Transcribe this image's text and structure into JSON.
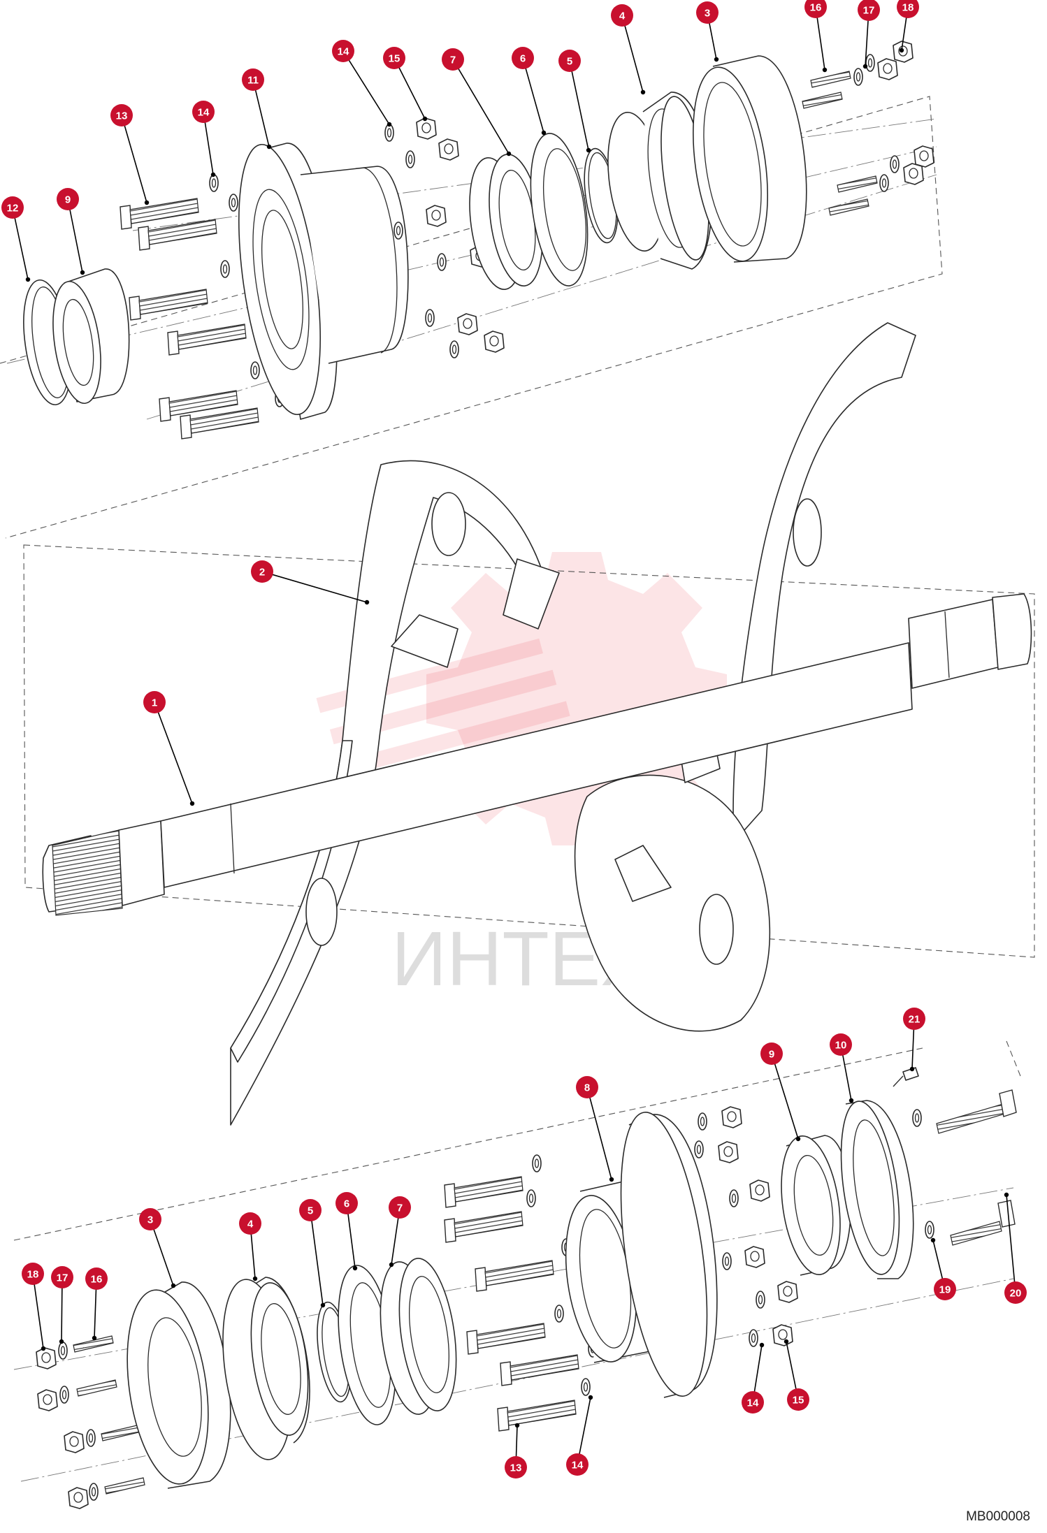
{
  "watermark": {
    "text": "ИНТЕХ"
  },
  "drawing_code": "MB000008",
  "callouts": [
    {
      "id": "c-4-top",
      "label": "4"
    },
    {
      "id": "c-3-top",
      "label": "3"
    },
    {
      "id": "c-16-top",
      "label": "16"
    },
    {
      "id": "c-17-top",
      "label": "17"
    },
    {
      "id": "c-18-top",
      "label": "18"
    },
    {
      "id": "c-14-top-a",
      "label": "14"
    },
    {
      "id": "c-15-top",
      "label": "15"
    },
    {
      "id": "c-7-top",
      "label": "7"
    },
    {
      "id": "c-6-top",
      "label": "6"
    },
    {
      "id": "c-5-top",
      "label": "5"
    },
    {
      "id": "c-11",
      "label": "11"
    },
    {
      "id": "c-13-top",
      "label": "13"
    },
    {
      "id": "c-14-top-b",
      "label": "14"
    },
    {
      "id": "c-12",
      "label": "12"
    },
    {
      "id": "c-9-top",
      "label": "9"
    },
    {
      "id": "c-2",
      "label": "2"
    },
    {
      "id": "c-1",
      "label": "1"
    },
    {
      "id": "c-21",
      "label": "21"
    },
    {
      "id": "c-10",
      "label": "10"
    },
    {
      "id": "c-9-bottom",
      "label": "9"
    },
    {
      "id": "c-8",
      "label": "8"
    },
    {
      "id": "c-3-bottom",
      "label": "3"
    },
    {
      "id": "c-4-bottom",
      "label": "4"
    },
    {
      "id": "c-5-bottom",
      "label": "5"
    },
    {
      "id": "c-6-bottom",
      "label": "6"
    },
    {
      "id": "c-7-bottom",
      "label": "7"
    },
    {
      "id": "c-18-bottom",
      "label": "18"
    },
    {
      "id": "c-17-bottom",
      "label": "17"
    },
    {
      "id": "c-16-bottom",
      "label": "16"
    },
    {
      "id": "c-19",
      "label": "19"
    },
    {
      "id": "c-20",
      "label": "20"
    },
    {
      "id": "c-14-bottom-a",
      "label": "14"
    },
    {
      "id": "c-15-bottom",
      "label": "15"
    },
    {
      "id": "c-13-bottom",
      "label": "13"
    },
    {
      "id": "c-14-bottom-b",
      "label": "14"
    }
  ]
}
